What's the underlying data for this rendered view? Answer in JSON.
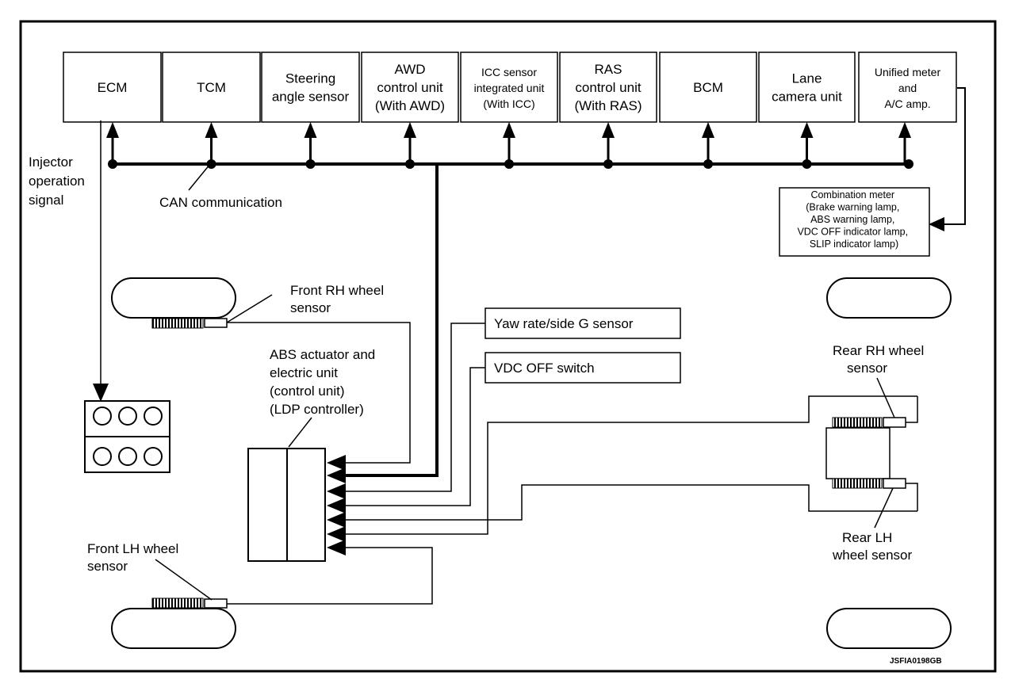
{
  "control_units": [
    {
      "lines": [
        "ECM"
      ]
    },
    {
      "lines": [
        "TCM"
      ]
    },
    {
      "lines": [
        "Steering",
        "angle sensor"
      ]
    },
    {
      "lines": [
        "AWD",
        "control unit",
        "(With AWD)"
      ]
    },
    {
      "lines": [
        "ICC sensor",
        "integrated unit",
        "(With ICC)"
      ]
    },
    {
      "lines": [
        "RAS",
        "control unit",
        "(With RAS)"
      ]
    },
    {
      "lines": [
        "BCM"
      ]
    },
    {
      "lines": [
        "Lane",
        "camera unit"
      ]
    },
    {
      "lines": [
        "Unified meter",
        "and",
        "A/C amp."
      ]
    }
  ],
  "labels": {
    "injector": [
      "Injector",
      "operation",
      "signal"
    ],
    "can": "CAN communication",
    "front_rh": [
      "Front RH wheel",
      "sensor"
    ],
    "front_lh": [
      "Front LH wheel",
      "sensor"
    ],
    "rear_rh": [
      "Rear RH wheel",
      "sensor"
    ],
    "rear_lh": [
      "Rear LH",
      "wheel sensor"
    ],
    "abs": [
      "ABS actuator and",
      "electric unit",
      "(control unit)",
      "(LDP controller)"
    ],
    "yaw": "Yaw rate/side G sensor",
    "vdc": "VDC OFF switch"
  },
  "combination_meter": [
    "Combination meter",
    "(Brake warning lamp,",
    "ABS warning lamp,",
    "VDC OFF indicator lamp,",
    "SLIP indicator lamp)"
  ],
  "figure_code": "JSFIA0198GB"
}
